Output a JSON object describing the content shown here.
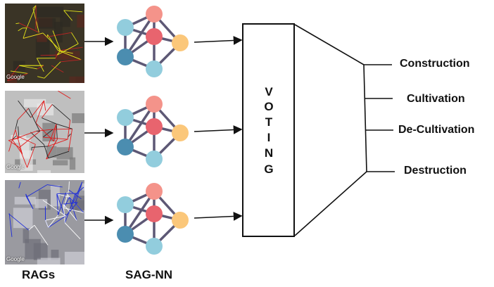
{
  "captions": {
    "rags": "RAGs",
    "sagnn": "SAG-NN"
  },
  "voting": {
    "letters": [
      "V",
      "O",
      "T",
      "I",
      "N",
      "G"
    ]
  },
  "outcomes": [
    "Construction",
    "Cultivation",
    "De-Cultivation",
    "Destruction"
  ],
  "images": {
    "watermark": "Google",
    "colors": [
      {
        "line": "#e6e619",
        "bg": "#3a3426",
        "accent": "#c02424"
      },
      {
        "line": "#e01b1b",
        "bg": "#bfbfbf",
        "accent": "#222222"
      },
      {
        "line": "#1c2bd9",
        "bg": "#9a9aa0",
        "accent": "#ffffff"
      }
    ]
  },
  "node_colors": {
    "light_blue": "#92cddd",
    "salmon": "#f4938a",
    "red": "#e8646e",
    "orange": "#fbc77a",
    "dark_blue": "#4b8db0",
    "edge": "#5d5875"
  }
}
